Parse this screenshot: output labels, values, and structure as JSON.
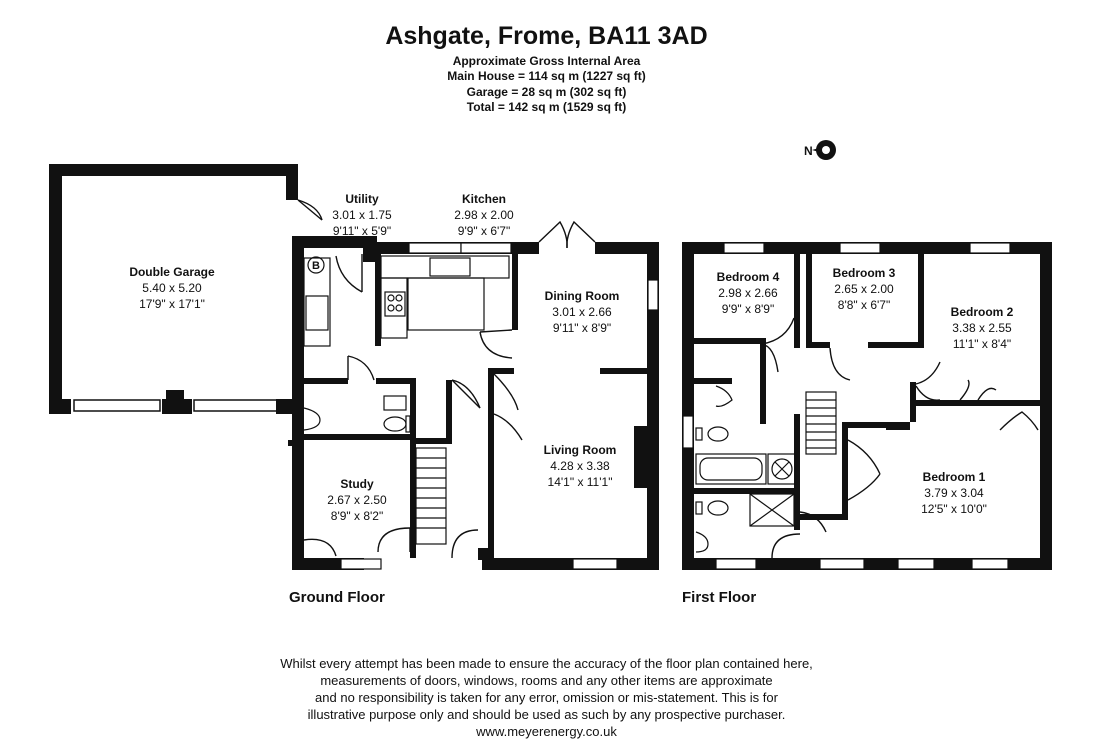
{
  "header": {
    "title": "Ashgate, Frome, BA11 3AD",
    "area_heading": "Approximate Gross Internal Area",
    "main_house": "Main House = 114 sq m (1227 sq ft)",
    "garage": "Garage = 28 sq m (302 sq ft)",
    "total": "Total = 142 sq m (1529 sq ft)"
  },
  "compass": {
    "label": "N",
    "icon": "compass-icon"
  },
  "floors": {
    "ground": "Ground Floor",
    "first": "First Floor"
  },
  "rooms": {
    "garage": {
      "name": "Double Garage",
      "metric": "5.40 x 5.20",
      "imperial": "17'9\" x 17'1\""
    },
    "utility": {
      "name": "Utility",
      "metric": "3.01 x 1.75",
      "imperial": "9'11\" x 5'9\""
    },
    "kitchen": {
      "name": "Kitchen",
      "metric": "2.98 x 2.00",
      "imperial": "9'9\" x 6'7\""
    },
    "dining": {
      "name": "Dining Room",
      "metric": "3.01 x 2.66",
      "imperial": "9'11\" x 8'9\""
    },
    "living": {
      "name": "Living Room",
      "metric": "4.28 x 3.38",
      "imperial": "14'1\" x 11'1\""
    },
    "study": {
      "name": "Study",
      "metric": "2.67 x 2.50",
      "imperial": "8'9\" x 8'2\""
    },
    "bed1": {
      "name": "Bedroom 1",
      "metric": "3.79 x 3.04",
      "imperial": "12'5\" x 10'0\""
    },
    "bed2": {
      "name": "Bedroom 2",
      "metric": "3.38 x 2.55",
      "imperial": "11'1\" x 8'4\""
    },
    "bed3": {
      "name": "Bedroom 3",
      "metric": "2.65 x 2.00",
      "imperial": "8'8\" x 6'7\""
    },
    "bed4": {
      "name": "Bedroom 4",
      "metric": "2.98 x 2.66",
      "imperial": "9'9\" x 8'9\""
    }
  },
  "boiler_label": "B",
  "disclaimer": [
    "Whilst every attempt has been made to ensure the accuracy of the floor plan contained here,",
    "measurements of doors, windows, rooms and any other items are approximate",
    "and no responsibility is taken for any error, omission or mis-statement. This is for",
    "illustrative purpose only and should be used as such by any prospective purchaser.",
    "www.meyerenergy.co.uk"
  ]
}
